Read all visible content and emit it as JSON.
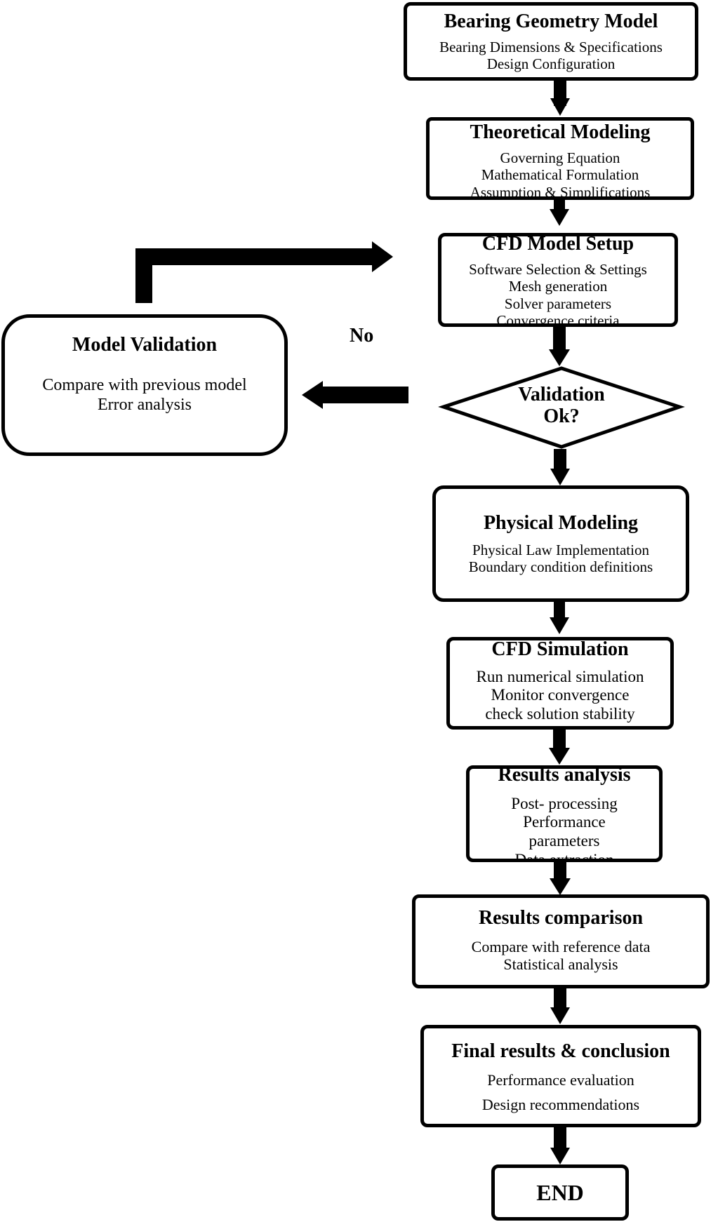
{
  "nodes": {
    "bearing_geometry": {
      "title": "Bearing Geometry Model",
      "lines": [
        "Bearing Dimensions & Specifications",
        "Design Configuration"
      ]
    },
    "theoretical_modeling": {
      "title": "Theoretical Modeling",
      "lines": [
        "Governing Equation",
        "Mathematical Formulation",
        "Assumption & Simplifications"
      ]
    },
    "cfd_model_setup": {
      "title": "CFD Model Setup",
      "lines": [
        "Software Selection & Settings",
        "Mesh generation",
        "Solver parameters",
        "Convergence criteria"
      ]
    },
    "model_validation": {
      "title": "Model Validation",
      "lines": [
        "Compare with previous model",
        "Error analysis"
      ]
    },
    "validation_decision": {
      "line1": "Validation",
      "line2": "Ok?"
    },
    "physical_modeling": {
      "title": "Physical Modeling",
      "lines": [
        "Physical Law Implementation",
        "Boundary condition definitions"
      ]
    },
    "cfd_simulation": {
      "title": "CFD Simulation",
      "lines": [
        "Run numerical simulation",
        "Monitor convergence",
        "check solution stability"
      ]
    },
    "results_analysis": {
      "title": "Results analysis",
      "lines": [
        "Post- processing",
        "Performance",
        "parameters",
        "Data extraction"
      ]
    },
    "results_comparison": {
      "title": "Results comparison",
      "lines": [
        "Compare with reference data",
        "Statistical analysis"
      ]
    },
    "final_results": {
      "title": "Final results & conclusion",
      "lines": [
        "Performance evaluation",
        "Design recommendations"
      ]
    },
    "end": {
      "title": "END"
    }
  },
  "labels": {
    "no": "No"
  }
}
